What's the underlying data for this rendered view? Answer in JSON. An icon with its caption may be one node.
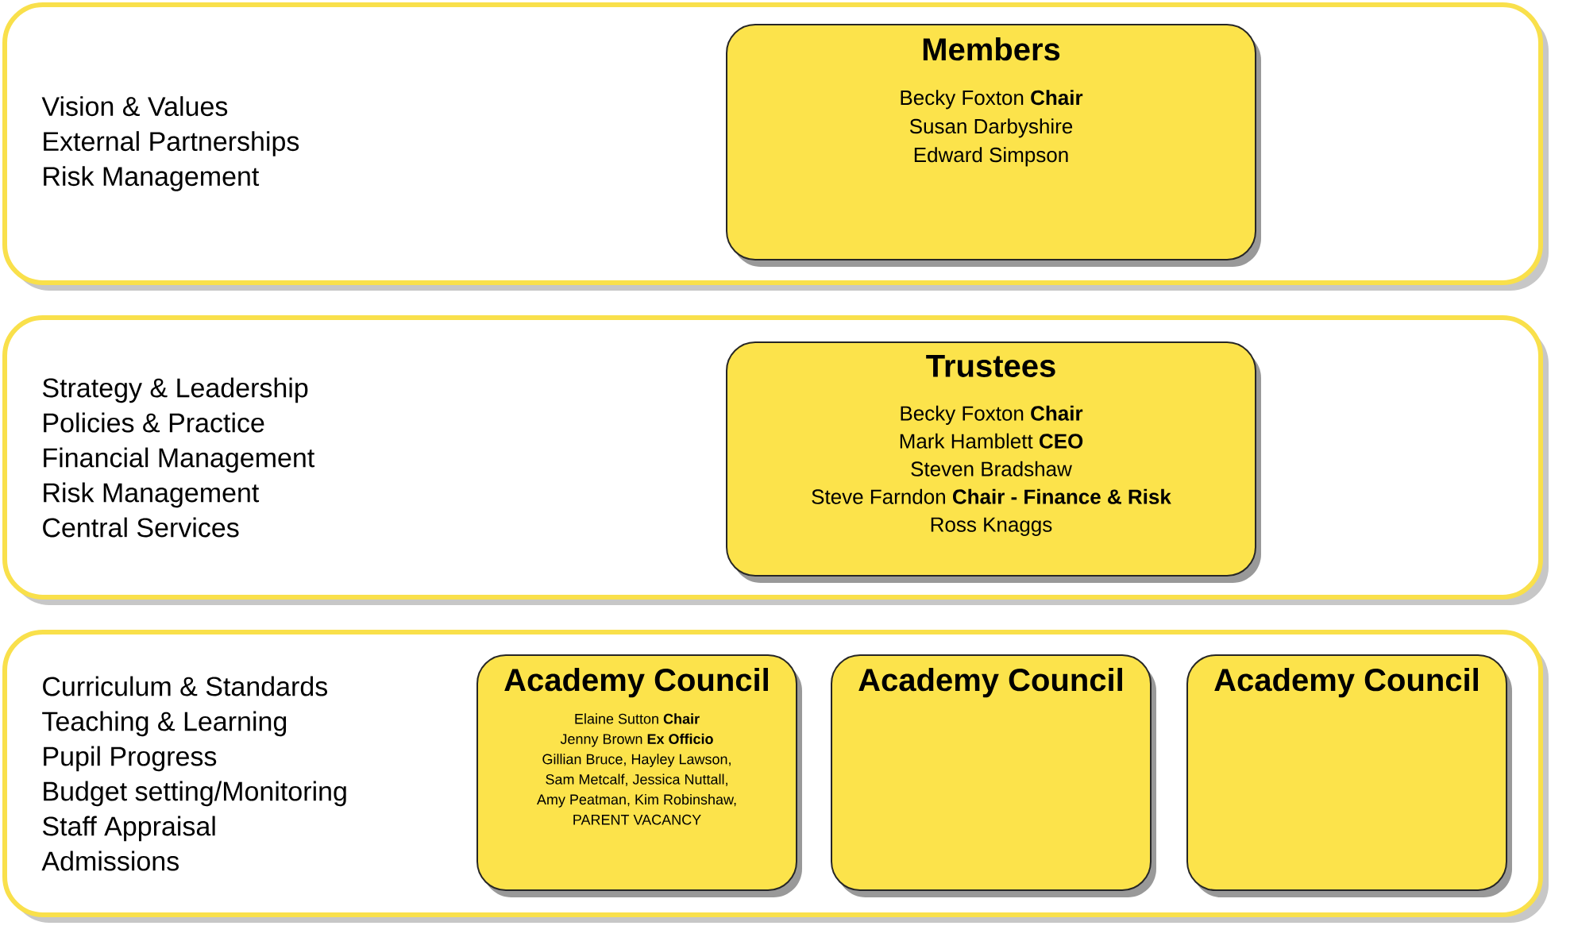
{
  "diagram": {
    "nodes": [
      {
        "text": [
          "Vision & Values",
          "External Partnerships",
          "Risk Management"
        ]
      },
      {
        "text": [
          "Members",
          "Becky Foxton **Chair**",
          "Susan Darbyshire",
          "Edward Simpson"
        ],
        "in": 0
      },
      {
        "text": [
          "Strategy & Leadership",
          "Policies & Practice",
          "Financial Management",
          "Risk Management",
          "Central Services"
        ]
      },
      {
        "text": [
          "Trustees",
          "Becky Foxton **Chair**",
          "Mark Hamblett **CEO**",
          "Steven Bradshaw",
          "Steve Farndon **Chair - Finance & Risk**",
          "Ross Knaggs"
        ],
        "in": 2
      },
      {
        "text": [
          "Curriculum & Standards",
          "Teaching & Learning",
          "Pupil Progress",
          "Budget setting/Monitoring",
          "Staff Appraisal",
          "Admissions"
        ]
      },
      {
        "text": [
          "Academy Council",
          "Elaine Sutton **Chair**",
          "Jenny Brown **Ex Officio**",
          "Gillian Bruce, Hayley Lawson,",
          "Sam Metcalf, Jessica Nuttall,",
          "Amy Peatman, Kim Robinshaw,",
          "PARENT VACANCY"
        ],
        "in": 4
      },
      {
        "text": [
          "Academy Council"
        ],
        "in": 4
      },
      {
        "text": [
          "Academy Council"
        ],
        "in": 4
      }
    ]
  }
}
